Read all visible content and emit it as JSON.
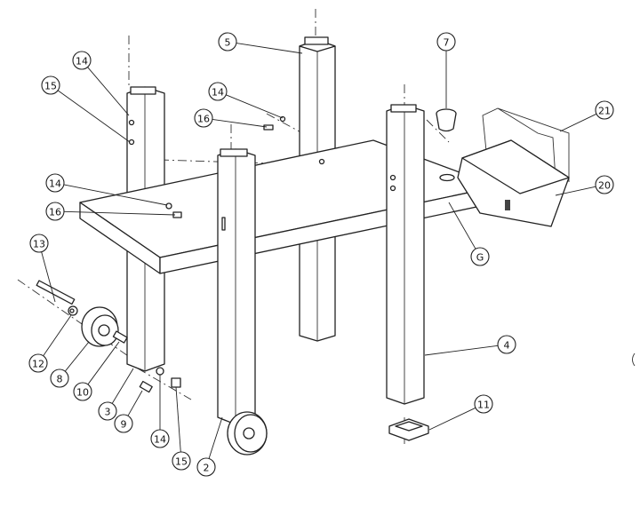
{
  "title": "Stand exploded parts diagram",
  "callouts": [
    {
      "label": "14"
    },
    {
      "label": "15"
    },
    {
      "label": "5"
    },
    {
      "label": "14"
    },
    {
      "label": "16"
    },
    {
      "label": "7"
    },
    {
      "label": "21"
    },
    {
      "label": "20"
    },
    {
      "label": "14"
    },
    {
      "label": "16"
    },
    {
      "label": "G"
    },
    {
      "label": "13"
    },
    {
      "label": "12"
    },
    {
      "label": "8"
    },
    {
      "label": "10"
    },
    {
      "label": "3"
    },
    {
      "label": "9"
    },
    {
      "label": "14"
    },
    {
      "label": "15"
    },
    {
      "label": "2"
    },
    {
      "label": "4"
    },
    {
      "label": "11"
    }
  ]
}
